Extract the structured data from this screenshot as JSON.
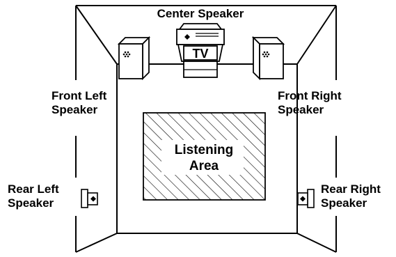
{
  "speakers": {
    "center": [
      "Center Speaker"
    ],
    "front_left": [
      "Front Left",
      "Speaker"
    ],
    "front_right": [
      "Front Right",
      "Speaker"
    ],
    "rear_left": [
      "Rear Left",
      "Speaker"
    ],
    "rear_right": [
      "Rear Right",
      "Speaker"
    ]
  },
  "tv_label": "TV",
  "listening_area": [
    "Listening",
    "Area"
  ],
  "colors": {
    "line": "#000000",
    "background": "#ffffff"
  },
  "icons": [
    "room-outline",
    "tv-cabinet-icon",
    "bookshelf-speaker-icon",
    "small-speaker-icon",
    "hatched-area"
  ]
}
